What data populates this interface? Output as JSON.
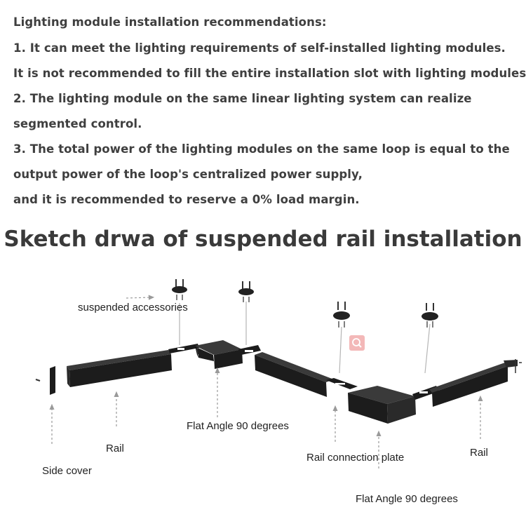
{
  "recommendations": {
    "heading": "Lighting module installation recommendations:",
    "lines": [
      "1. It can meet the lighting requirements of self-installed lighting modules.",
      "It is not recommended to fill the entire installation slot with lighting modules.",
      "2. The lighting module on the same linear lighting system can realize",
      "segmented control.",
      "3. The total power of the lighting modules on the same loop is equal to the",
      "output power of the loop's centralized power supply,",
      "and it is recommended to reserve a 0% load margin."
    ]
  },
  "sketch": {
    "title": "Sketch drwa of suspended rail installation",
    "labels": {
      "suspended_accessories": "suspended accessories",
      "flat_angle_1": "Flat Angle 90 degrees",
      "rail_left": "Rail",
      "rail_connection_plate": "Rail connection plate",
      "rail_right": "Rail",
      "side_cover": "Side cover",
      "flat_angle_2": "Flat Angle 90 degrees"
    }
  },
  "colors": {
    "heading_text": "#3f3f3f",
    "rail_body": "#1c1c1c",
    "rail_face": "#2e2e2e",
    "arrow_gray": "#9a9a9a",
    "search_badge": "#f3b8b8"
  },
  "icons": {
    "search_badge": "search-icon"
  }
}
